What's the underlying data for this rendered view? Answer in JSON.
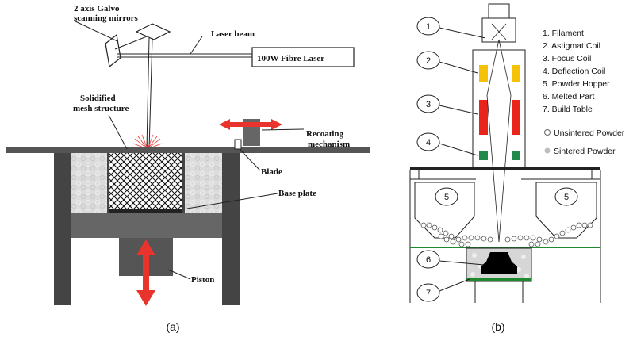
{
  "panel_a": {
    "caption": "(a)",
    "labels": {
      "galvo_line1": "2 axis Galvo",
      "galvo_line2": "scanning mirrors",
      "laser_beam": "Laser beam",
      "fibre_laser": "100W Fibre Laser",
      "solidified_line1": "Solidified",
      "solidified_line2": "mesh structure",
      "recoating_line1": "Recoating",
      "recoating_line2": "mechanism",
      "blade": "Blade",
      "base_plate": "Base plate",
      "piston": "Piston"
    },
    "colors": {
      "arrow": "#e8342d",
      "powder": "#dcdcdc",
      "wall": "#555555",
      "sparks": "#e8342d"
    }
  },
  "panel_b": {
    "caption": "(b)",
    "legend": [
      "1. Filament",
      "2. Astigmat Coil",
      "3. Focus Coil",
      "4. Deflection Coil",
      "5. Powder Hopper",
      "6. Melted Part",
      "7. Build Table"
    ],
    "powder_legend": {
      "unsintered": "Unsintered Powder",
      "sintered": "Sintered Powder"
    },
    "callouts": [
      "1",
      "2",
      "3",
      "4",
      "5",
      "5",
      "6",
      "7"
    ],
    "colors": {
      "astigmat": "#f5c20a",
      "focus": "#e8241b",
      "deflection": "#1f8a4c",
      "table": "#1f8a2c",
      "melted": "#000000"
    }
  }
}
